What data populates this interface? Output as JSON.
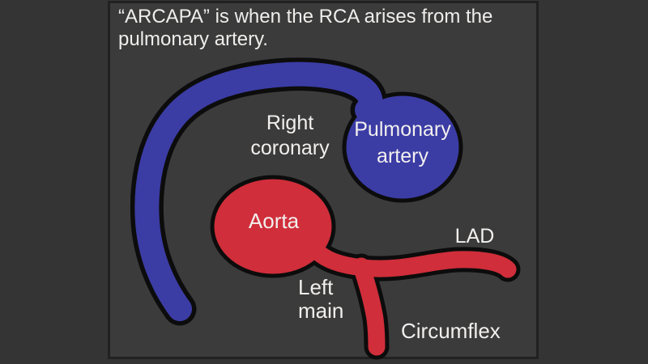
{
  "title": {
    "line1": "“ARCAPA” is when the RCA arises from the",
    "line2": "pulmonary artery."
  },
  "diagram": {
    "labels": {
      "right_coronary_line1": "Right",
      "right_coronary_line2": "coronary",
      "pulmonary_artery_line1": "Pulmonary",
      "pulmonary_artery_line2": "artery",
      "aorta": "Aorta",
      "left_main_line1": "Left",
      "left_main_line2": "main",
      "lad": "LAD",
      "circumflex": "Circumflex"
    },
    "colors": {
      "artery_red": "#d02e3a",
      "vessel_blue": "#3c3ca5",
      "outline_black": "#0c0c0c",
      "panel_bg": "#3b3b3b",
      "outer_bg": "#343434",
      "label_text": "#f2f0ee"
    }
  }
}
